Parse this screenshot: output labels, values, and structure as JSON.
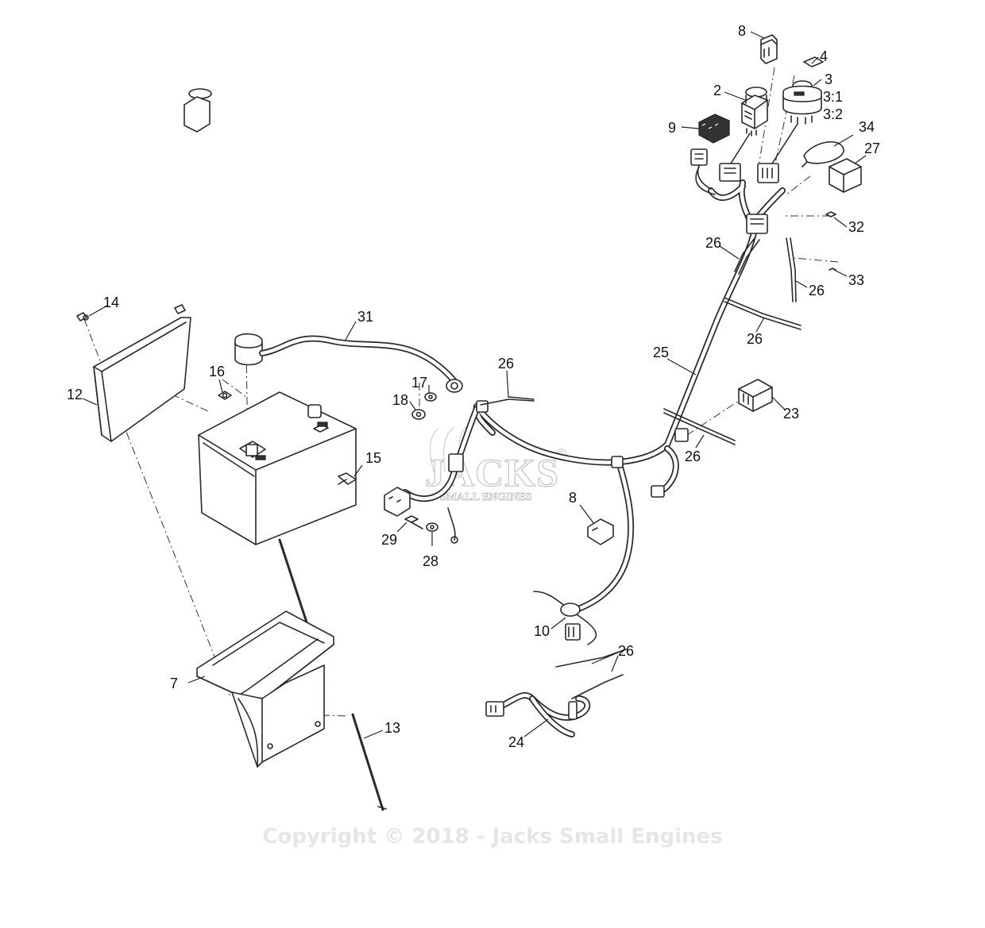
{
  "callouts": {
    "c2": "2",
    "c3": "3",
    "c3_1": "3:1",
    "c3_2": "3:2",
    "c4": "4",
    "c7": "7",
    "c8_top": "8",
    "c8_mid": "8",
    "c9": "9",
    "c10": "10",
    "c12": "12",
    "c13": "13",
    "c14": "14",
    "c15": "15",
    "c16": "16",
    "c17": "17",
    "c18": "18",
    "c23": "23",
    "c24": "24",
    "c25": "25",
    "c26_a": "26",
    "c26_b": "26",
    "c26_c": "26",
    "c26_d": "26",
    "c26_e": "26",
    "c26_f": "26",
    "c27": "27",
    "c28": "28",
    "c29": "29",
    "c31": "31",
    "c32": "32",
    "c33": "33",
    "c34": "34"
  },
  "watermark": {
    "logo_main": "JACKS",
    "logo_sub": "SMALL ENGINES",
    "logo_mark": "©",
    "copyright": "Copyright © 2018 - Jacks Small Engines"
  },
  "colors": {
    "line": "#2a2a2a",
    "watermark": "#e6e6e6"
  }
}
